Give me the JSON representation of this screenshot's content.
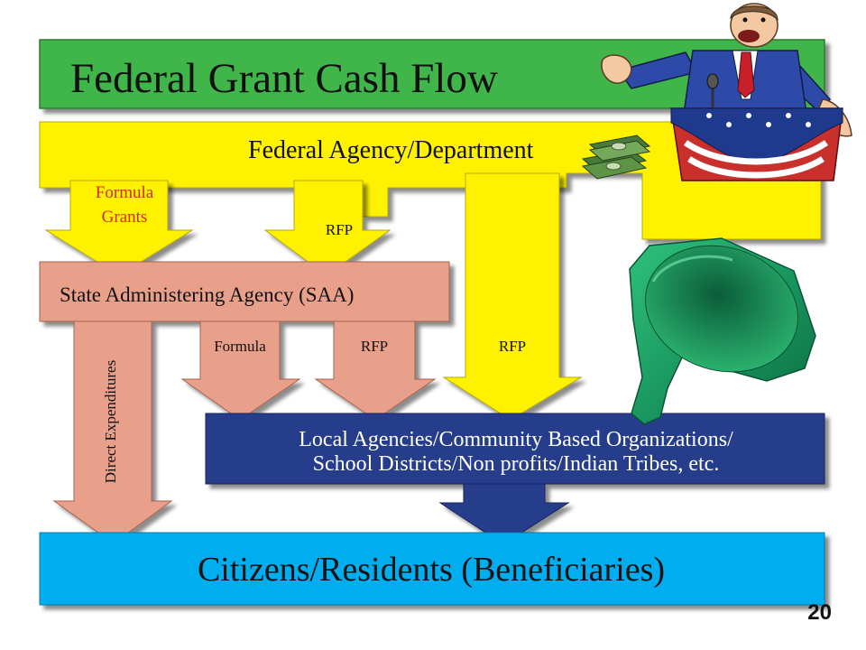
{
  "title": "Federal Grant Cash Flow",
  "federal_agency": "Federal Agency/Department",
  "formula_grants_line1": "Formula",
  "formula_grants_line2": "Grants",
  "rfp_top": "RFP",
  "saa": "State Administering Agency (SAA)",
  "direct_expenditures": "Direct Expenditures",
  "saa_formula": "Formula",
  "saa_rfp": "RFP",
  "direct_rfp": "RFP",
  "local_line1": "Local Agencies/Community Based Organizations/",
  "local_line2": "School Districts/Non profits/Indian Tribes, etc.",
  "citizens": "Citizens/Residents (Beneficiaries)",
  "page_number": "20",
  "colors": {
    "title_green": "#3fb549",
    "federal_yellow": "#fff200",
    "saa_salmon": "#e9a08a",
    "local_navy": "#283c8c",
    "citizens_cyan": "#00aeef",
    "formula_red": "#d22a2a",
    "funnel_green": "#1e9b5a"
  },
  "icons": [
    "politician-icon",
    "money-stack-icon",
    "funnel-icon"
  ]
}
